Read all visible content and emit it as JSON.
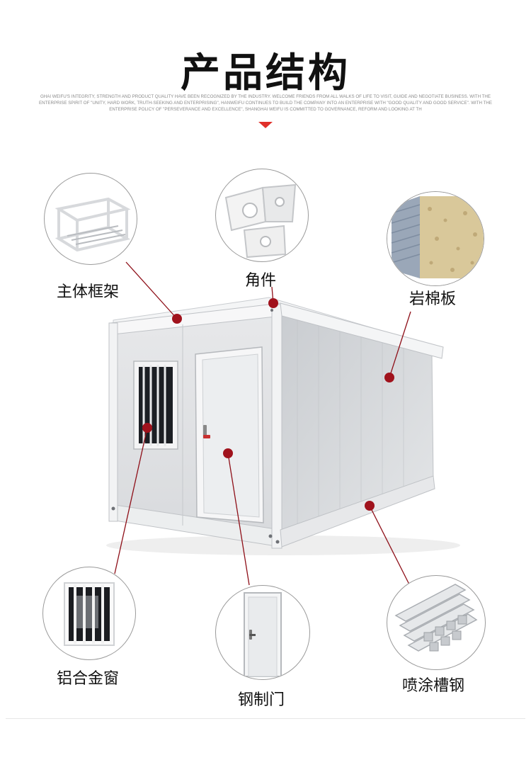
{
  "header": {
    "title": "产品结构",
    "subtitle": "GHAI WEIFU'S INTEGRITY, STRENGTH AND PRODUCT QUALITY HAVE BEEN RECOGNIZED BY THE INDUSTRY. WELCOME FRIENDS FROM ALL WALKS OF LIFE TO VISIT, GUIDE AND NEGOTIATE BUSINESS. WITH THE ENTERPRISE SPIRIT OF \"UNITY, HARD WORK, TRUTH-SEEKING AND ENTERPRISING\", HANWEIFU CONTINUES TO BUILD THE COMPANY INTO AN ENTERPRISE WITH \"GOOD QUALITY AND GOOD SERVICE\". WITH THE ENTERPRISE POLICY OF \"PERSEVERANCE AND EXCELLENCE\", SHANGHAI WEIFU IS COMMITTED TO GOVERNANCE, REFORM AND LOOKING AT TH"
  },
  "components": {
    "main_frame": "主体框架",
    "corner_fitting": "角件",
    "rock_wool_panel": "岩棉板",
    "aluminum_window": "铝合金窗",
    "steel_door": "钢制门",
    "painted_channel_steel": "喷涂槽钢"
  },
  "colors": {
    "accent_red": "#e0302a",
    "marker_red": "#a0121c",
    "leader_line": "#8e0f18",
    "circle_border": "#9a9a9a",
    "panel_grey": "#d9dbde",
    "frame_white": "#f3f4f5"
  }
}
